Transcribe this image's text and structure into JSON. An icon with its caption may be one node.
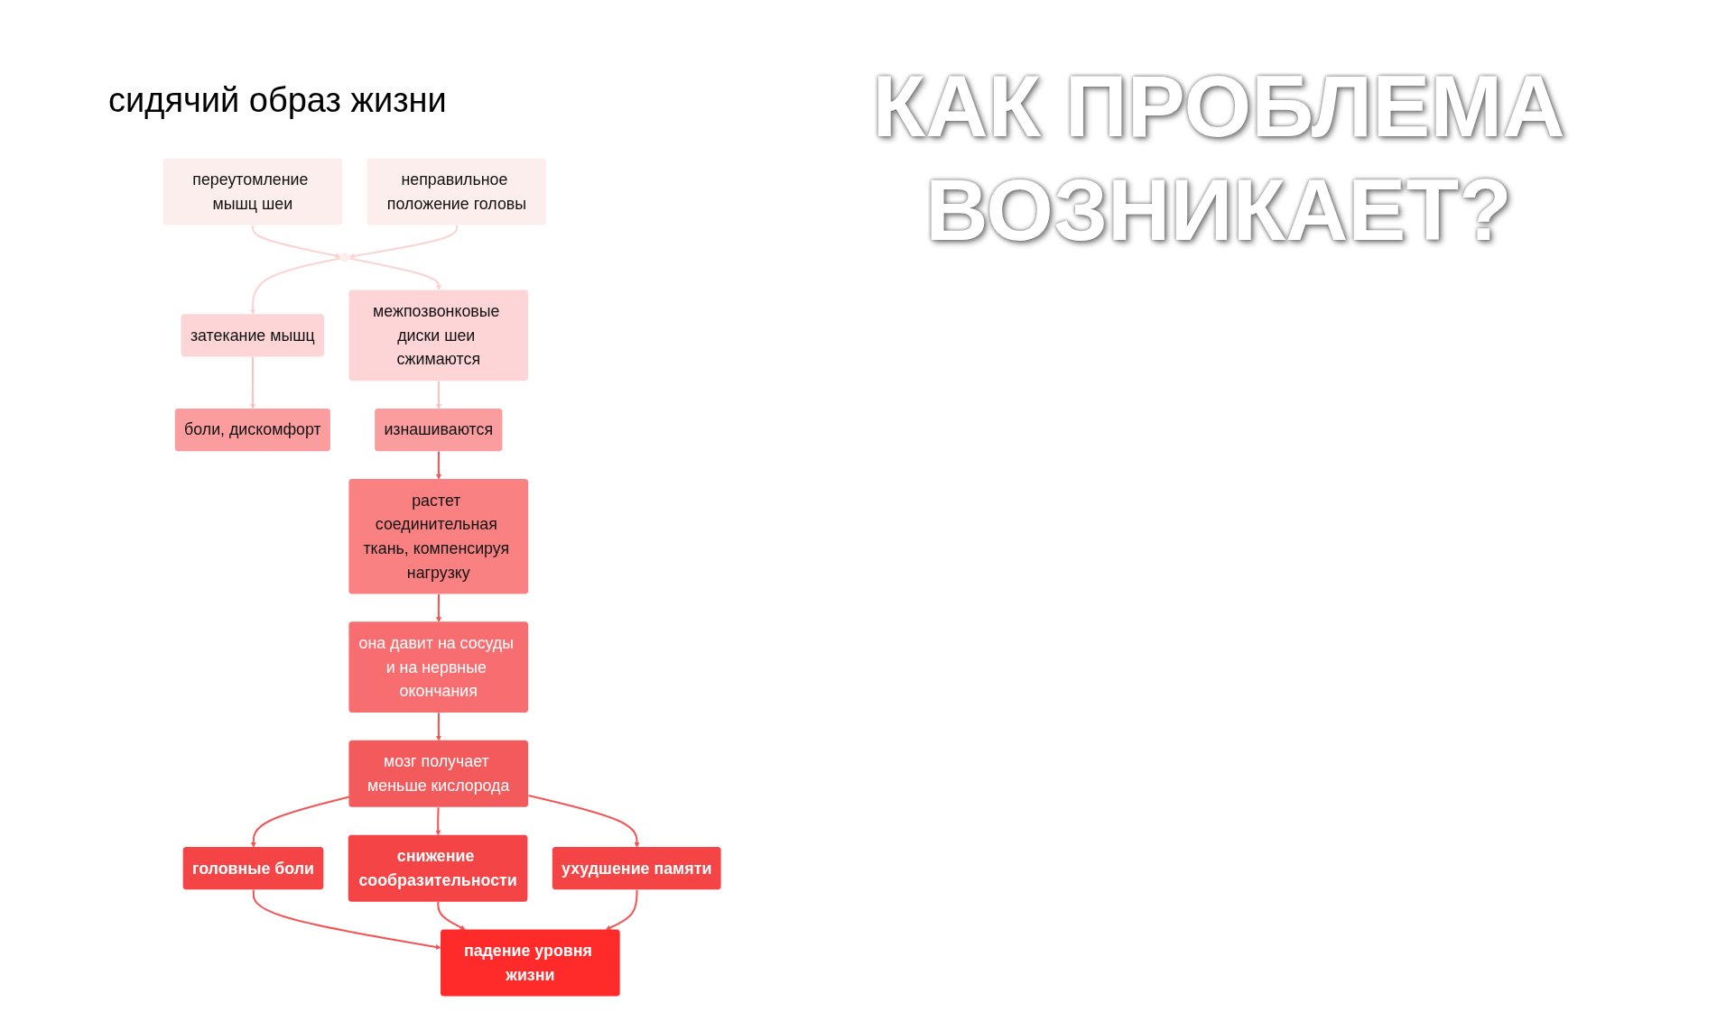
{
  "diagram": {
    "title": "КАК ПРОБЛЕМА ВОЗНИКАЕТ?",
    "nodes": [
      {
        "text": [
          "переутомление мышц шеи"
        ]
      },
      {
        "text": [
          "неправильное положение головы"
        ]
      },
      {
        "text": [],
        "shape": "circle"
      },
      {
        "text": [
          "затекание мышц"
        ]
      },
      {
        "text": [
          "межпозвонковые диски шеи сжимаются"
        ]
      },
      {
        "text": [
          "боли, дискомфорт"
        ]
      },
      {
        "text": [
          "изнашиваются"
        ]
      },
      {
        "text": [
          "растет соединительная ткань, компенсируя нагрузку"
        ]
      },
      {
        "text": [
          "она давит на сосуды и на нервные окончания"
        ]
      },
      {
        "text": [
          "мозг получает меньше кислорода"
        ]
      },
      {
        "text": [
          "головные боли"
        ]
      },
      {
        "text": [
          "снижение сообразительности"
        ]
      },
      {
        "text": [
          "ухудшение памяти"
        ]
      },
      {
        "text": [
          "падение уровня жизни"
        ]
      }
    ],
    "edges": [
      {
        "from": 0,
        "to": 2,
        "arrow": "to",
        "color": "#fbd3d3"
      },
      {
        "from": 1,
        "to": 2,
        "arrow": "to",
        "color": "#fbd3d3"
      },
      {
        "from": 2,
        "to": 3,
        "arrow": "to",
        "color": "#fbd3d3"
      },
      {
        "from": 2,
        "to": 4,
        "arrow": "to",
        "color": "#fbd3d3"
      },
      {
        "from": 3,
        "to": 5,
        "arrow": "to",
        "color": "#fbc0c0"
      },
      {
        "from": 4,
        "to": 6,
        "arrow": "to",
        "color": "#fbc0c0"
      },
      {
        "from": 6,
        "to": 7,
        "arrow": "to"
      },
      {
        "from": 7,
        "to": 8,
        "arrow": "to"
      },
      {
        "from": 8,
        "to": 9,
        "arrow": "to"
      },
      {
        "from": 9,
        "to": 10,
        "arrow": "to"
      },
      {
        "from": 9,
        "to": 11,
        "arrow": "to"
      },
      {
        "from": 9,
        "to": 12,
        "arrow": "to"
      },
      {
        "from": 10,
        "to": 13,
        "arrow": "to"
      },
      {
        "from": 11,
        "to": 13,
        "arrow": "to"
      },
      {
        "from": 12,
        "to": 13,
        "arrow": "to"
      }
    ],
    "labels": [
      "сидячий образ жизни"
    ]
  }
}
